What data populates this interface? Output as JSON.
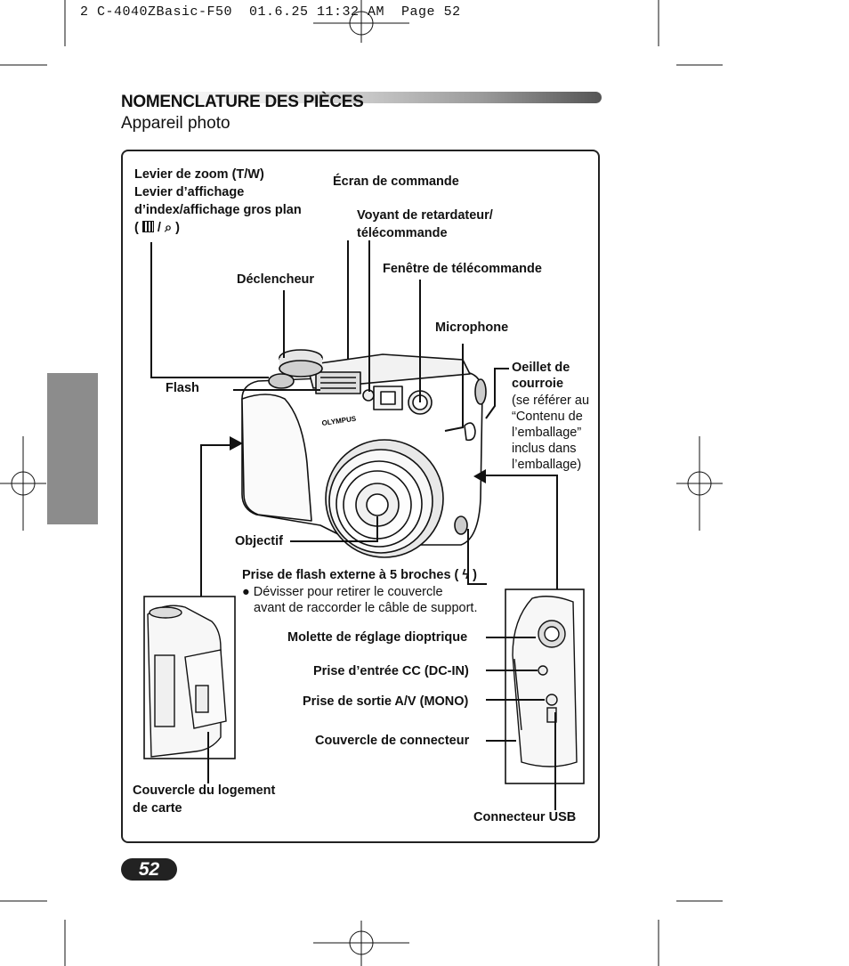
{
  "header": {
    "print_line": "2 C-4040ZBasic-F50  01.6.25 11:32 AM  Page 52"
  },
  "section": {
    "title": "NOMENCLATURE DES PIÈCES",
    "subtitle": "Appareil photo"
  },
  "labels": {
    "zoom_1": "Levier de zoom (T/W)",
    "zoom_2": "Levier d’affichage",
    "zoom_3": "d’index/affichage gros plan",
    "zoom_4a": "(",
    "zoom_4b": "/",
    "zoom_4c": ")",
    "ecran": "Écran de commande",
    "voyant_1": "Voyant de retardateur/",
    "voyant_2": "télécommande",
    "fenetre": "Fenêtre de télécommande",
    "declencheur": "Déclencheur",
    "microphone": "Microphone",
    "oeillet_1": "Oeillet de",
    "oeillet_2": "courroie",
    "oeillet_3": "(se référer au",
    "oeillet_4": "“Contenu de",
    "oeillet_5": "l’emballage”",
    "oeillet_6": "inclus dans",
    "oeillet_7": "l’emballage)",
    "flash": "Flash",
    "objectif": "Objectif",
    "prise_flash_a": "Prise de flash externe à 5 broches (",
    "prise_flash_b": ")",
    "devisser_1": "Dévisser pour retirer le couvercle",
    "devisser_2": "avant de raccorder le câble de support.",
    "molette": "Molette de réglage dioptrique",
    "dcin": "Prise d’entrée CC (DC-IN)",
    "av": "Prise de sortie A/V (MONO)",
    "couvercle_conn": "Couvercle de connecteur",
    "carte_1": "Couvercle du logement",
    "carte_2": "de carte",
    "usb": "Connecteur USB"
  },
  "camera_brand": "OLYMPUS",
  "page_number": "52"
}
